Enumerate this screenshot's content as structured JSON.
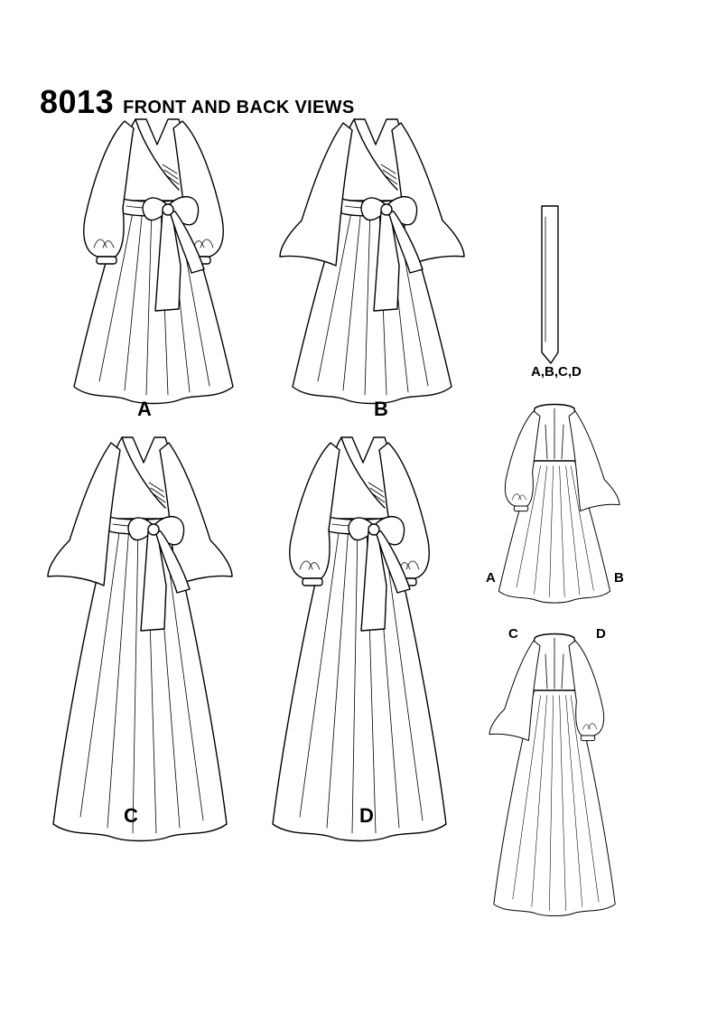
{
  "header": {
    "pattern_number": "8013",
    "title": "FRONT AND BACK VIEWS"
  },
  "views": {
    "a": "A",
    "b": "B",
    "c": "C",
    "d": "D",
    "sash": "A,B,C,D",
    "back_ab_left": "A",
    "back_ab_right": "B",
    "back_cd_left": "C",
    "back_cd_right": "D"
  },
  "colors": {
    "line": "#000000",
    "paper": "#ffffff"
  }
}
